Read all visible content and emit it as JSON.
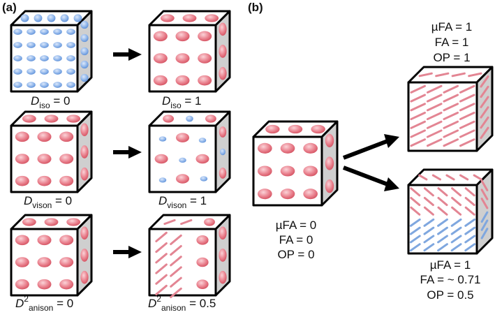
{
  "panels": {
    "a": "(a)",
    "b": "(b)"
  },
  "panel_a": {
    "rows": [
      {
        "left": {
          "symbol": "D",
          "superscript": "",
          "subscript": "iso",
          "value": " = 0"
        },
        "right": {
          "symbol": "D",
          "superscript": "",
          "subscript": "iso",
          "value": " = 1"
        }
      },
      {
        "left": {
          "symbol": "D",
          "superscript": "",
          "subscript": "vison",
          "value": " = 0"
        },
        "right": {
          "symbol": "D",
          "superscript": "",
          "subscript": "vison",
          "value": " = 1"
        }
      },
      {
        "left": {
          "symbol": "D",
          "superscript": "2",
          "subscript": "anison",
          "value": " = 0"
        },
        "right": {
          "symbol": "D",
          "superscript": "2",
          "subscript": "anison",
          "value": " = 0.5"
        }
      }
    ]
  },
  "panel_b": {
    "source": [
      "µFA = 0",
      "FA = 0",
      "OP = 0"
    ],
    "top_target": [
      "µFA = 1",
      "FA = 1",
      "OP = 1"
    ],
    "bottom_target": [
      "µFA = 1",
      "FA = ~ 0.71",
      "OP = 0.5"
    ]
  },
  "colors": {
    "red_compartment": "#e26a78",
    "blue_compartment": "#6f9fdc",
    "side_face": "#cfcfcf",
    "outline": "#000000"
  }
}
